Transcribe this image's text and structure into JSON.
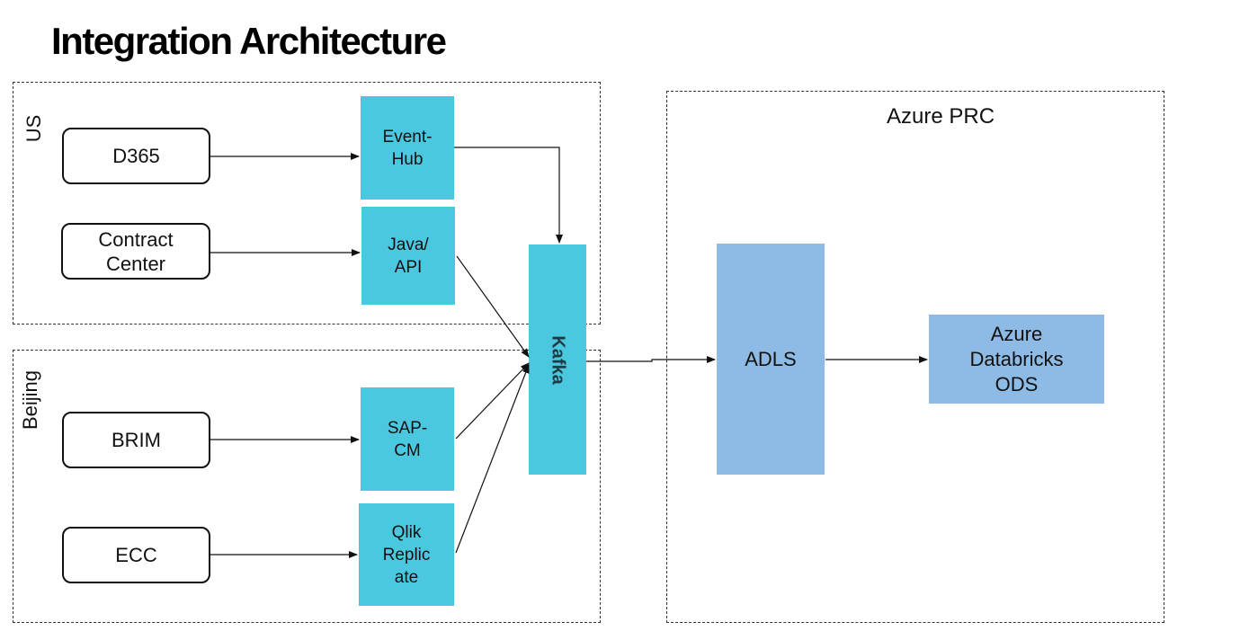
{
  "title": "Integration Architecture",
  "regions": {
    "us": "US",
    "beijing": "Beijing",
    "azure": "Azure PRC"
  },
  "sources": {
    "d365": "D365",
    "contract_center": "Contract\nCenter",
    "brim": "BRIM",
    "ecc": "ECC"
  },
  "middleware": {
    "event_hub": "Event-\nHub",
    "java_api": "Java/\nAPI",
    "sap_cm": "SAP-\nCM",
    "qlik": "Qlik\nReplic\nate",
    "kafka": "Kafka"
  },
  "azure_nodes": {
    "adls": "ADLS",
    "databricks": "Azure\nDatabricks\nODS"
  },
  "colors": {
    "cyan_node": "#4bc8e0",
    "azure_node": "#8dbbe6",
    "outline": "#111111"
  }
}
